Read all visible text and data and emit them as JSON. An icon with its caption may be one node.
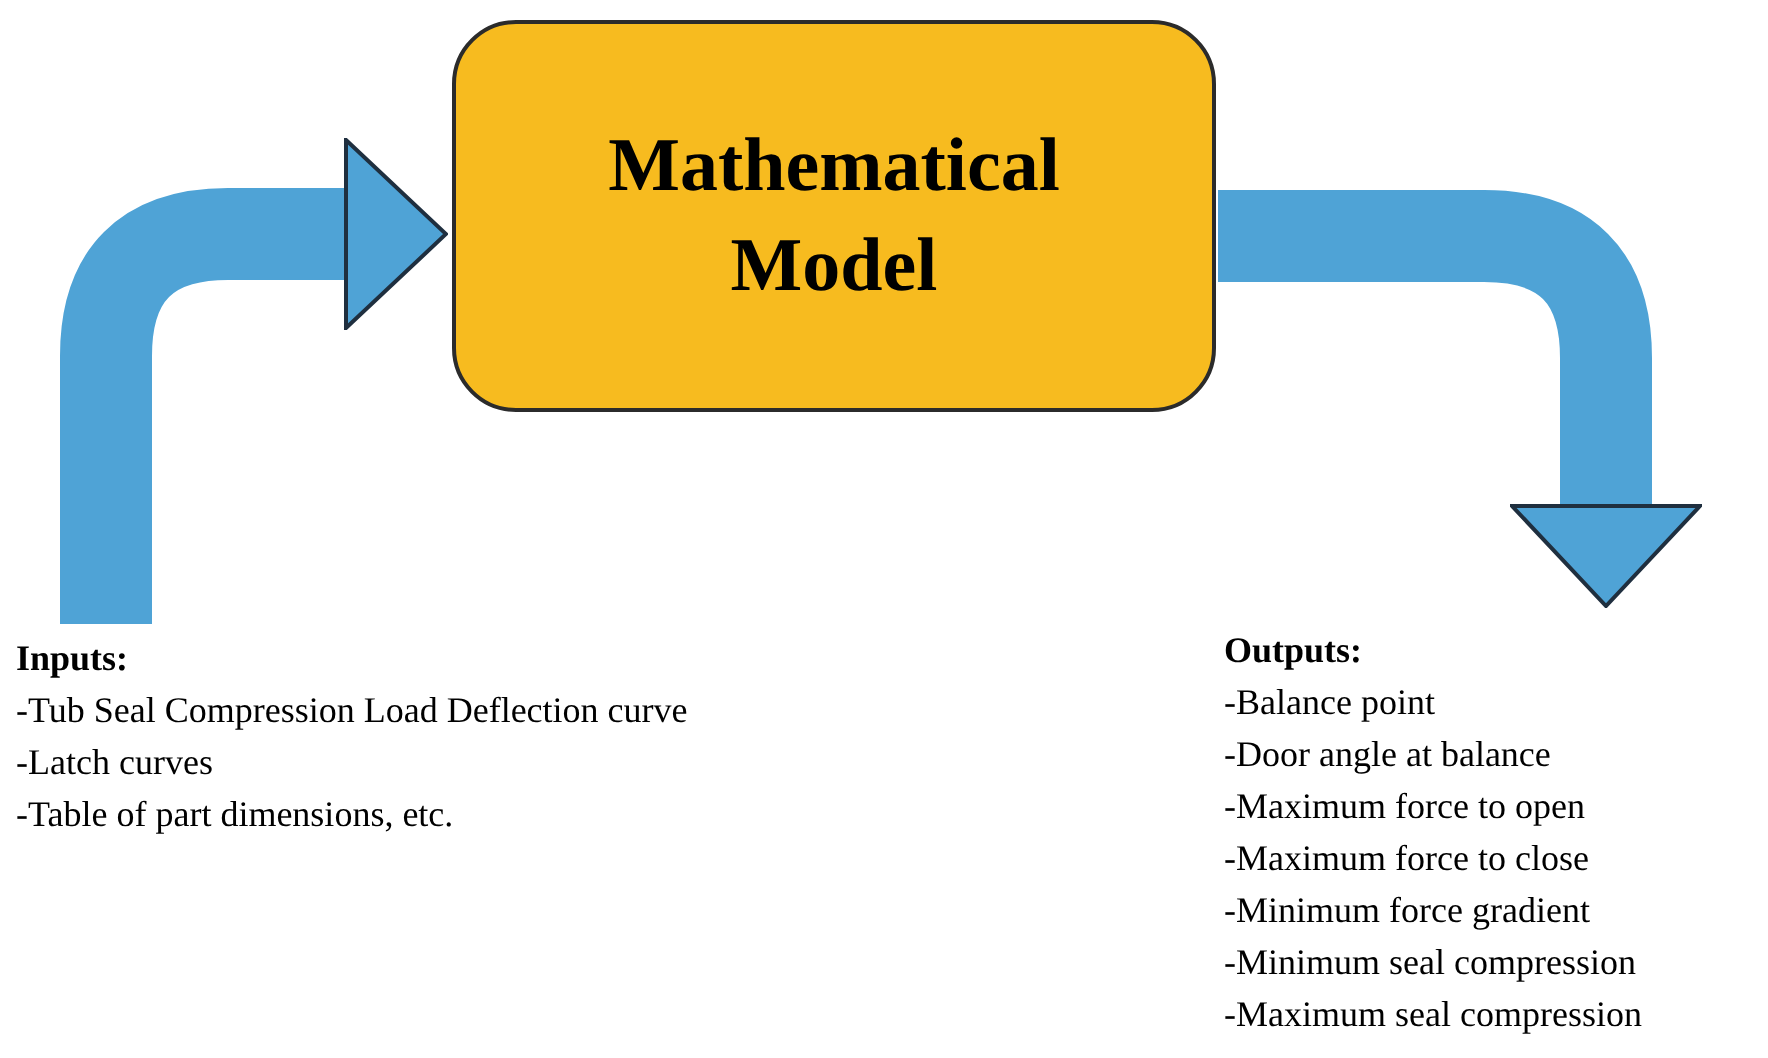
{
  "diagram": {
    "nodes": [
      {
        "text": [
          "Inputs:",
          "-Tub Seal Compression Load Deflection curve",
          "-Latch curves",
          "-Table of part dimensions, etc."
        ]
      },
      {
        "text": [
          "Mathematical Model"
        ]
      },
      {
        "text": [
          "Outputs:",
          "-Balance point",
          "-Door angle at balance",
          "-Maximum force to open",
          "-Maximum force to close",
          "-Minimum force gradient",
          "-Minimum seal compression",
          "-Maximum seal compression"
        ]
      }
    ],
    "edges": [
      {
        "from": 0,
        "to": 1,
        "arrow": "to"
      },
      {
        "from": 1,
        "to": 2,
        "arrow": "to"
      }
    ]
  }
}
